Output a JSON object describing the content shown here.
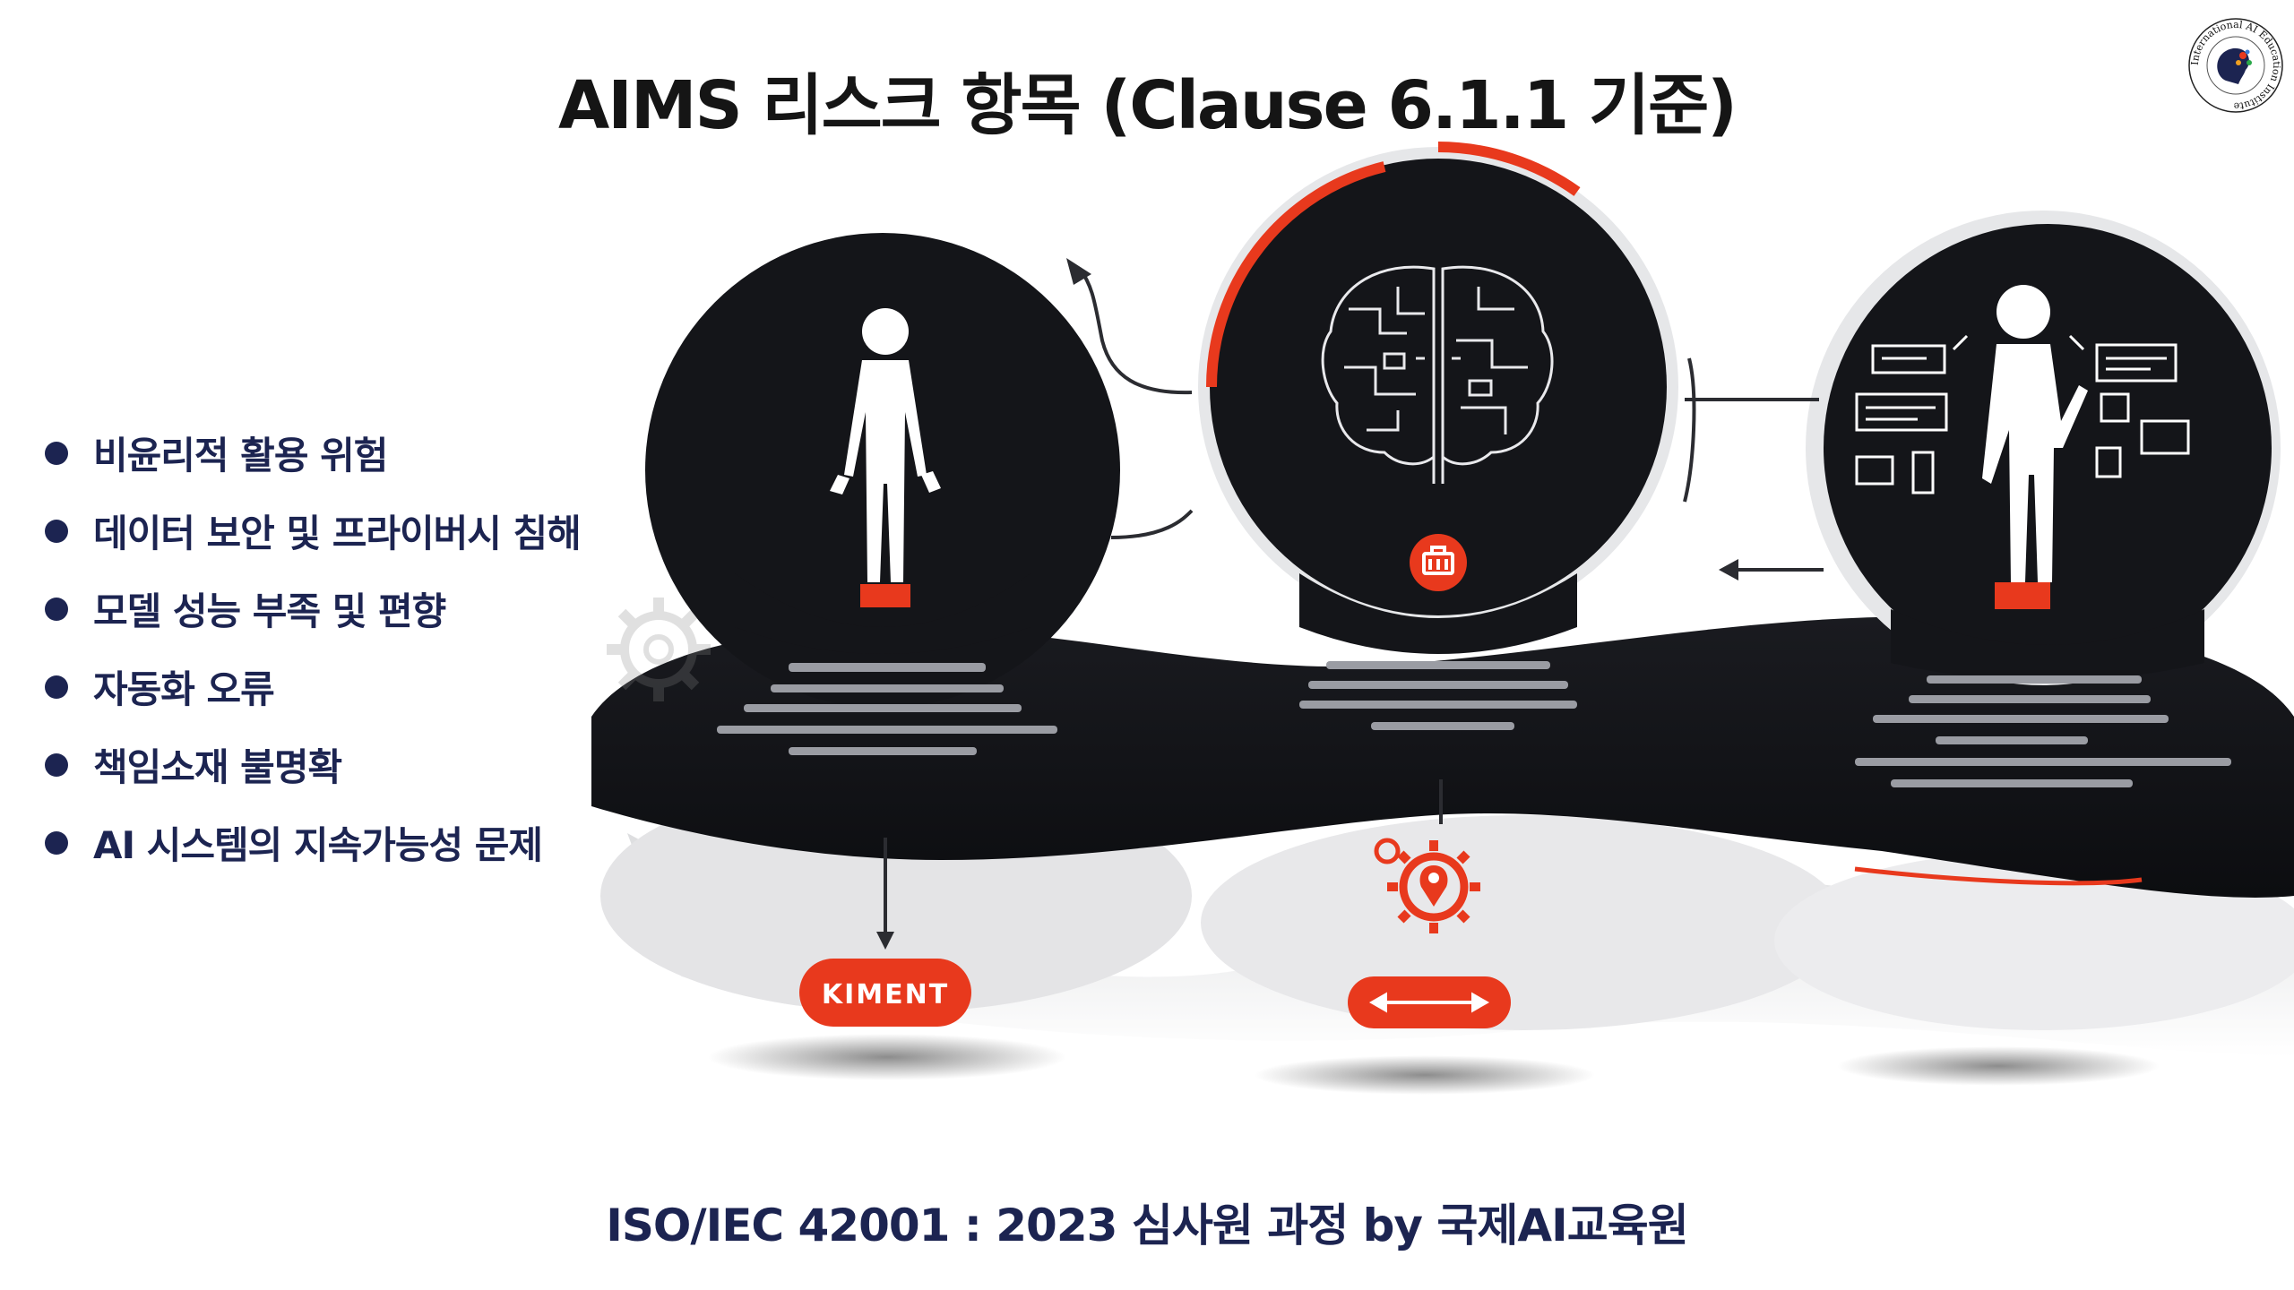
{
  "title": "AIMS 리스크 항목 (Clause 6.1.1 기준)",
  "risks": [
    "비윤리적 활용 위험",
    "데이터 보안 및 프라이버시 침해",
    "모델 성능 부족 및 편향",
    "자동화 오류",
    "책임소재 불명확",
    "AI 시스템의 지속가능성 문제"
  ],
  "illustration": {
    "badge_left": "KIMENT"
  },
  "logo": {
    "ring_text": "International AI Education Institute"
  },
  "footer": "ISO/IEC 42001 : 2023 심사원 과정  by 국제AI교육원",
  "colors": {
    "accent": "#e8391d",
    "navy": "#1c2451",
    "dark": "#141519"
  }
}
